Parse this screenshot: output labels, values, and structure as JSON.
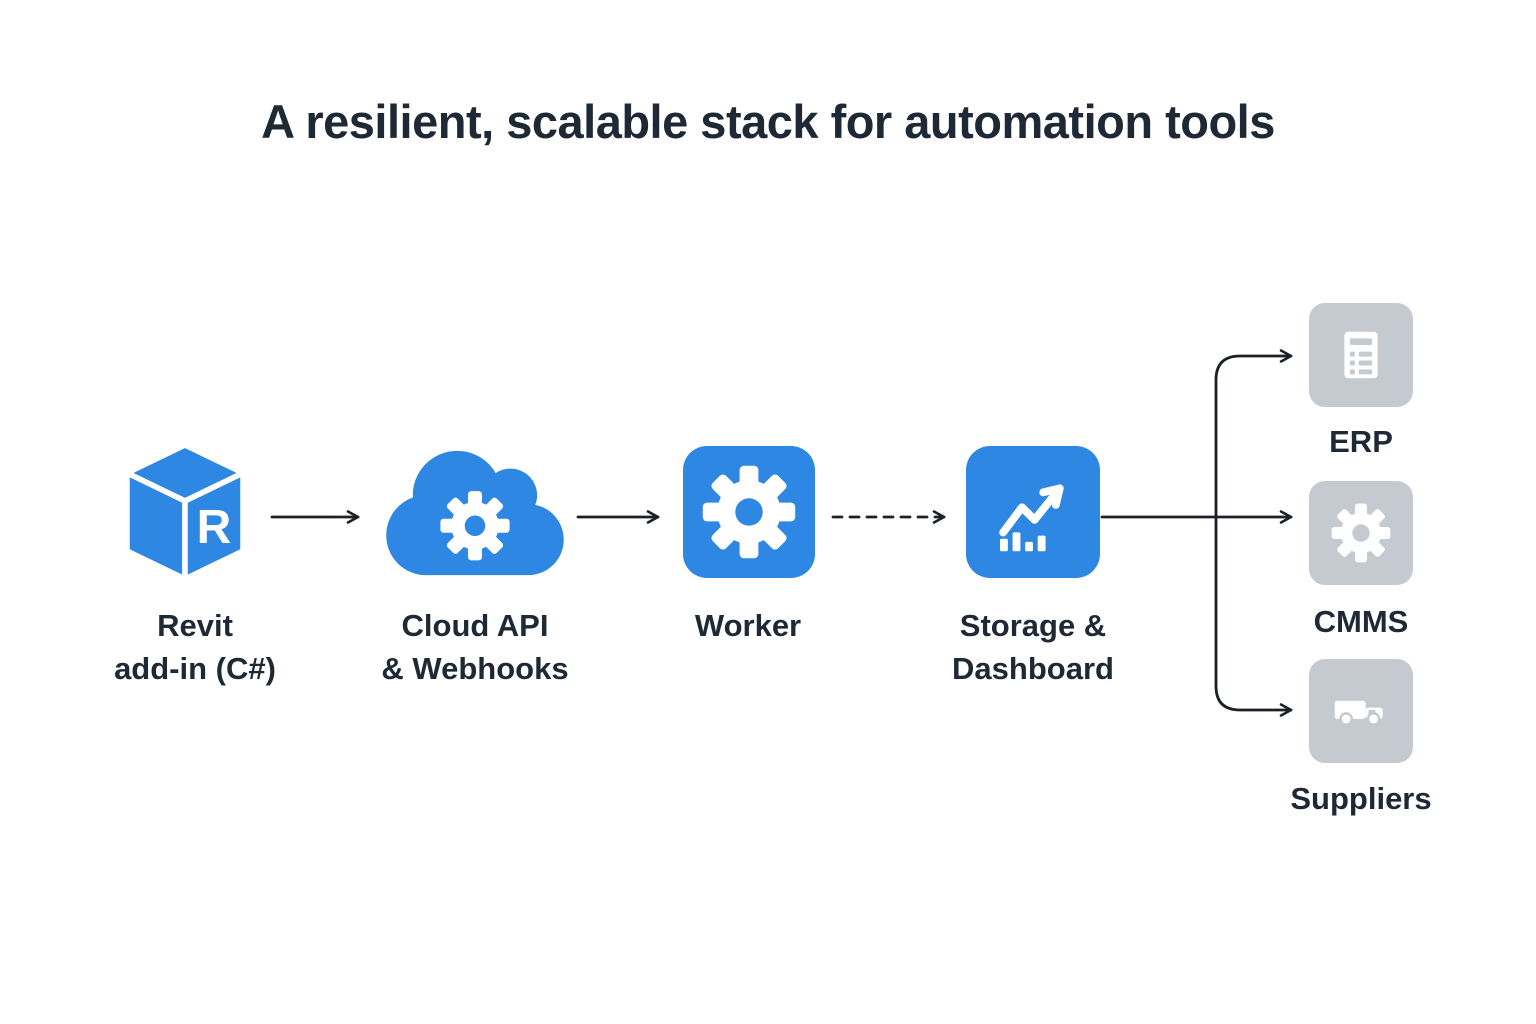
{
  "title": "A resilient, scalable stack for automation tools",
  "colors": {
    "accent_blue": "#2E87E2",
    "muted_gray": "#C5CAD1",
    "text_dark": "#1E2935",
    "connector_dark": "#1C2127"
  },
  "pipeline": {
    "revit": {
      "label": "Revit\nadd-in (C#)",
      "letter": "R",
      "icon": "revit-cube-icon"
    },
    "cloud": {
      "label": "Cloud API\n& Webhooks",
      "icon": "cloud-gear-icon"
    },
    "worker": {
      "label": "Worker",
      "icon": "gear-icon"
    },
    "storage": {
      "label": "Storage &\nDashboard",
      "icon": "dashboard-chart-icon"
    }
  },
  "outputs": {
    "erp": {
      "label": "ERP",
      "icon": "list-icon"
    },
    "cmms": {
      "label": "CMMS",
      "icon": "gear-icon"
    },
    "suppliers": {
      "label": "Suppliers",
      "icon": "truck-icon"
    }
  },
  "connections": [
    {
      "from": "revit",
      "to": "cloud",
      "style": "solid"
    },
    {
      "from": "cloud",
      "to": "worker",
      "style": "solid"
    },
    {
      "from": "worker",
      "to": "storage",
      "style": "dashed"
    },
    {
      "from": "storage",
      "to": "erp",
      "style": "solid"
    },
    {
      "from": "storage",
      "to": "cmms",
      "style": "solid"
    },
    {
      "from": "storage",
      "to": "suppliers",
      "style": "solid"
    }
  ]
}
